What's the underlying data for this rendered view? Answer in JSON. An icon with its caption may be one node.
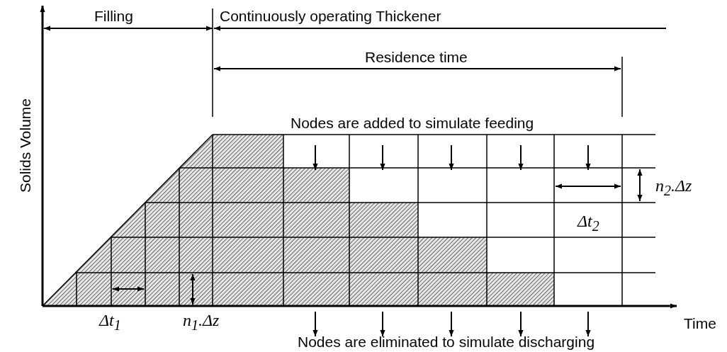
{
  "diagram": {
    "labels": [
      "Filling",
      "Continuously operating Thickener",
      "Residence time",
      "Nodes are added to simulate feeding",
      "Solids Volume",
      "n$_{2}$.Δz",
      "Δt$_{2}$",
      "Δt$_{1}$",
      "n$_{1}$.Δz",
      "Time",
      "Nodes are eliminated to simulate discharging"
    ]
  }
}
